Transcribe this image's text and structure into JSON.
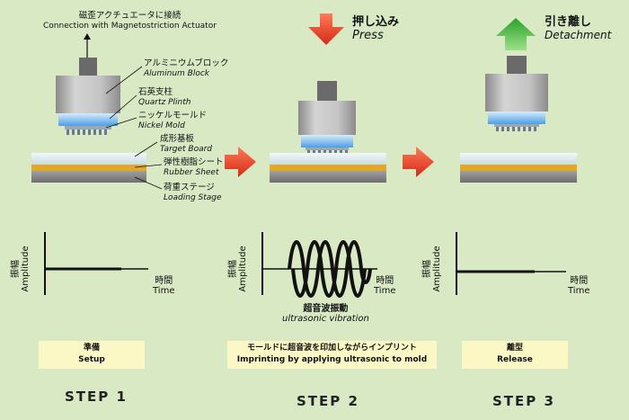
{
  "top_label": {
    "jp": "磁歪アクチュエータに接続",
    "en": "Connection with Magnetostriction Actuator"
  },
  "parts": [
    {
      "jp": "アルミニウムブロック",
      "en": "Aluminum Block"
    },
    {
      "jp": "石英支柱",
      "en": "Quartz Plinth"
    },
    {
      "jp": "ニッケルモールド",
      "en": "Nickel Mold"
    },
    {
      "jp": "成形基板",
      "en": "Target Board"
    },
    {
      "jp": "弾性樹脂シート",
      "en": "Rubber Sheet"
    },
    {
      "jp": "荷重ステージ",
      "en": "Loading Stage"
    }
  ],
  "press": {
    "jp": "押し込み",
    "en": "Press"
  },
  "detach": {
    "jp": "引き離し",
    "en": "Detachment"
  },
  "graph": {
    "y_jp": "振幅",
    "y_en": "Amplitude",
    "x_jp": "時間",
    "x_en": "Time",
    "vibration_jp": "超音波振動",
    "vibration_en": "ultrasonic vibration"
  },
  "captions": [
    {
      "jp": "準備",
      "en": "Setup"
    },
    {
      "jp": "モールドに超音波を印加しながらインプリント",
      "en": "Imprinting by applying ultrasonic to mold"
    },
    {
      "jp": "離型",
      "en": "Release"
    }
  ],
  "steps": [
    "STEP 1",
    "STEP 2",
    "STEP 3"
  ],
  "colors": {
    "background": "#d8e9c4",
    "press_arrow": "#e8402a",
    "detach_arrow": "#3bb03b",
    "mold": "#5aa8e8",
    "rubber": "#e3a828",
    "caption_box": "#fbf8c6"
  }
}
